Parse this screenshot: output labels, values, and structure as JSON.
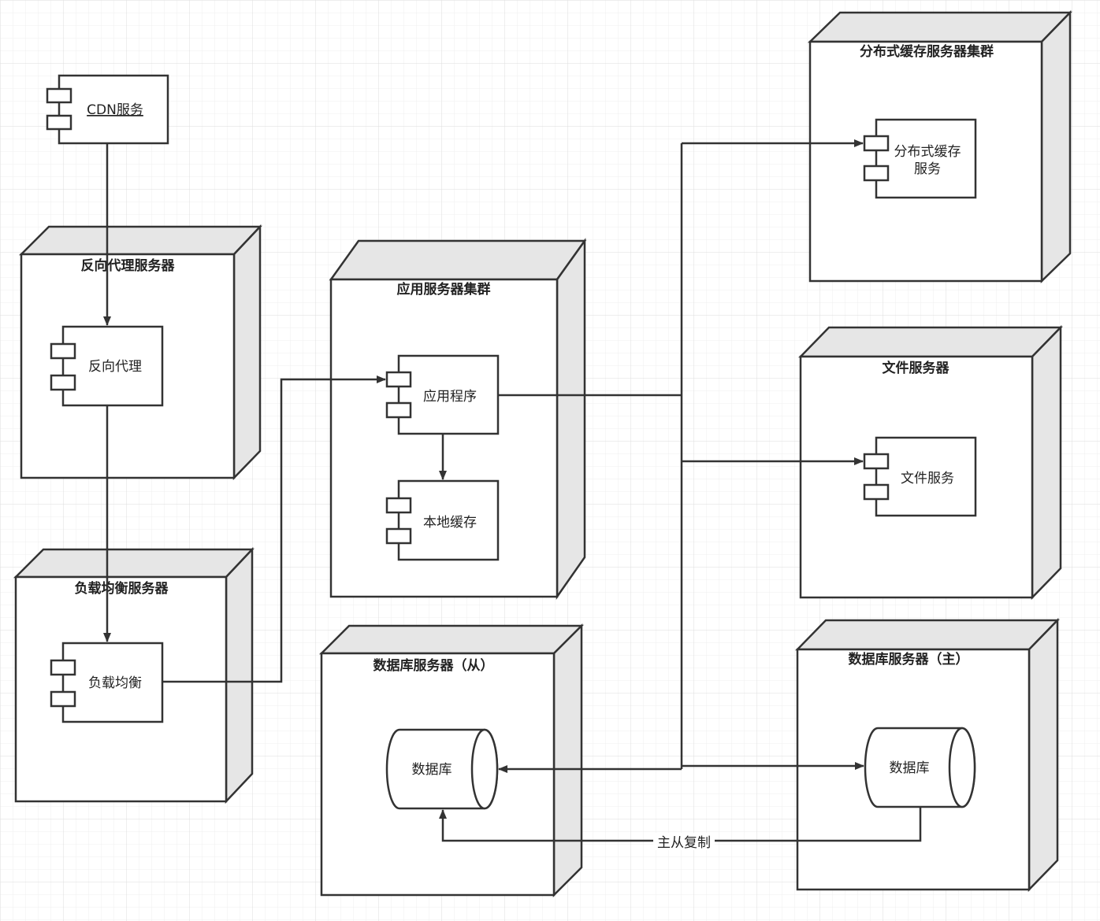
{
  "nodes": {
    "reverse_proxy_server": "反向代理服务器",
    "load_balancer_server": "负载均衡服务器",
    "app_server_cluster": "应用服务器集群",
    "db_server_slave": "数据库服务器（从）",
    "cache_cluster": "分布式缓存服务器集群",
    "file_server": "文件服务器",
    "db_server_master": "数据库服务器（主）"
  },
  "components": {
    "cdn": "CDN服务",
    "reverse_proxy": "反向代理",
    "load_balancer": "负载均衡",
    "application": "应用程序",
    "local_cache": "本地缓存",
    "cache_line1": "分布式缓存",
    "cache_line2": "服务",
    "file_service": "文件服务"
  },
  "databases": {
    "slave": "数据库",
    "master": "数据库"
  },
  "edges": {
    "replication_label": "主从复制"
  },
  "colors": {
    "stroke": "#333333",
    "node_side": "#e6e6e6",
    "grid": "#e8e8e8"
  }
}
